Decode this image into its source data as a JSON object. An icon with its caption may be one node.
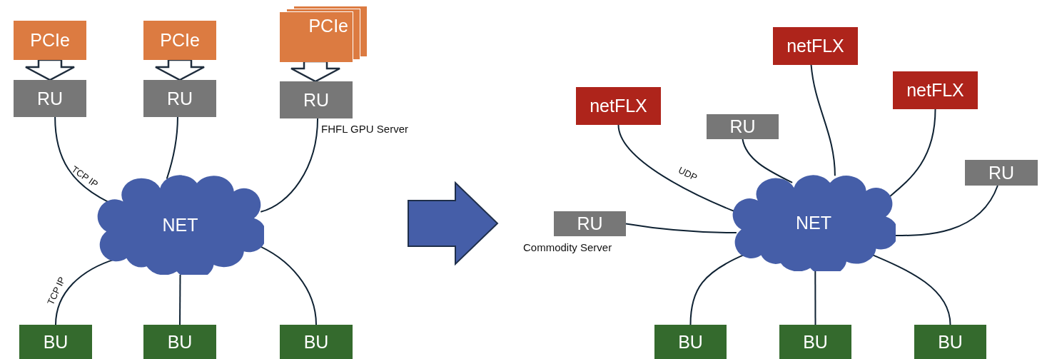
{
  "diagram": {
    "nodes": [
      {
        "text": [
          "PCIe"
        ]
      },
      {
        "text": [
          "PCIe"
        ]
      },
      {
        "text": [
          "PCIe"
        ]
      },
      {
        "text": [
          "RU"
        ]
      },
      {
        "text": [
          "RU"
        ]
      },
      {
        "text": [
          "RU"
        ],
        "beside": [
          "FHFL GPU Server"
        ]
      },
      {
        "text": [
          "NET"
        ]
      },
      {
        "text": [
          "BU"
        ]
      },
      {
        "text": [
          "BU"
        ]
      },
      {
        "text": [
          "BU"
        ]
      },
      {
        "text": [
          "netFLX"
        ]
      },
      {
        "text": [
          "netFLX"
        ]
      },
      {
        "text": [
          "RU"
        ]
      },
      {
        "text": [
          "netFLX"
        ]
      },
      {
        "text": [
          "RU"
        ]
      },
      {
        "text": [
          "RU"
        ],
        "beside": [
          "Commodity Server"
        ]
      },
      {
        "text": [
          "NET"
        ]
      },
      {
        "text": [
          "BU"
        ]
      },
      {
        "text": [
          "BU"
        ]
      },
      {
        "text": [
          "BU"
        ]
      }
    ],
    "edges": [
      {
        "from": 0,
        "to": 3,
        "arrow": "to",
        "style": "thick"
      },
      {
        "from": 1,
        "to": 4,
        "arrow": "to",
        "style": "thick"
      },
      {
        "from": 2,
        "to": 5,
        "arrow": "to",
        "style": "thick"
      },
      {
        "from": 3,
        "to": 6,
        "arrow": "none",
        "label": "TCP IP"
      },
      {
        "from": 4,
        "to": 6,
        "arrow": "none"
      },
      {
        "from": 5,
        "to": 6,
        "arrow": "none"
      },
      {
        "from": 6,
        "to": 7,
        "arrow": "none",
        "label": "TCP IP"
      },
      {
        "from": 6,
        "to": 8,
        "arrow": "none"
      },
      {
        "from": 6,
        "to": 9,
        "arrow": "none"
      },
      {
        "from": 10,
        "to": 16,
        "arrow": "none",
        "label": "UDP"
      },
      {
        "from": 11,
        "to": 16,
        "arrow": "none"
      },
      {
        "from": 12,
        "to": 16,
        "arrow": "none"
      },
      {
        "from": 13,
        "to": 16,
        "arrow": "none"
      },
      {
        "from": 14,
        "to": 16,
        "arrow": "none"
      },
      {
        "from": 15,
        "to": 16,
        "arrow": "none"
      },
      {
        "from": 16,
        "to": 17,
        "arrow": "none"
      },
      {
        "from": 16,
        "to": 18,
        "arrow": "none"
      },
      {
        "from": 16,
        "to": 19,
        "arrow": "none"
      }
    ]
  }
}
